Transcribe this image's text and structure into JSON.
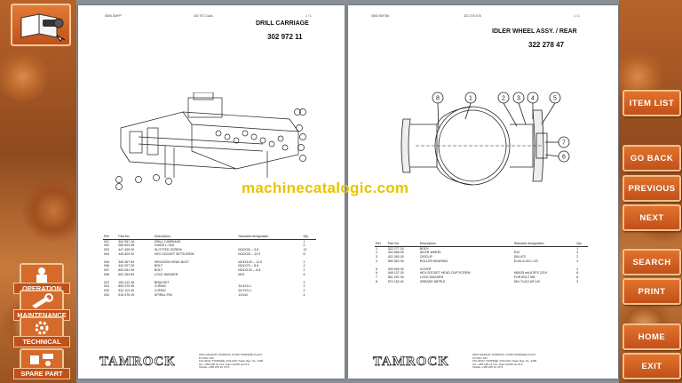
{
  "left_nav": {
    "top_icon": "book-key-icon",
    "buttons": [
      {
        "label": "OPERATION",
        "icon": "operator-icon"
      },
      {
        "label": "MAINTENANCE",
        "icon": "wrench-icon"
      },
      {
        "label": "TECHNICAL",
        "icon": "gear-icon"
      },
      {
        "label": "SPARE PART",
        "icon": "parts-icon"
      }
    ]
  },
  "right_nav": {
    "buttons": [
      "ITEM LIST",
      "GO BACK",
      "PREVIOUS",
      "NEXT",
      "SEARCH",
      "PRINT",
      "HOME",
      "EXIT"
    ]
  },
  "watermark": "machinecatalogic.com",
  "left_page": {
    "hdr_code": "0806 DMPP",
    "hdr_num": "302 972 11aA",
    "hdr_page": "1 / 1",
    "title": "DRILL CARRIAGE",
    "part_no": "302 972 11",
    "table_headers": [
      "Ref",
      "Part No.",
      "Description",
      "Standard designation",
      "Qty"
    ],
    "rows": [
      [
        "001",
        "302 957 16",
        "DRILL CARRIAGE",
        "",
        "1"
      ],
      [
        "002",
        "260 603 55",
        "GUIDE  L=302",
        "",
        "2"
      ],
      [
        "003",
        "447 409 00",
        "SLOTTED SCREW",
        "M10X30 -- 5.8",
        "12"
      ],
      [
        "004",
        "445 829 92",
        "HEX.SOCKET SETSCREW",
        "M10X25 -- 12.9",
        "6"
      ],
      [
        "005",
        "395 467 69",
        "HEXAGON HEAD BOLT",
        "M24X140 -- 12.9",
        "2"
      ],
      [
        "006",
        "442 007 30",
        "BOLT",
        "M24X70 -- 8.8",
        "2"
      ],
      [
        "007",
        "600 051 99",
        "BOLT",
        "M24X120 -- 8.8",
        "2"
      ],
      [
        "008",
        "551 264 69",
        "LOCK WASHER",
        "M24",
        "6"
      ],
      [
        "022",
        "150 412 46",
        "BRACKET",
        "",
        "2"
      ],
      [
        "024",
        "600 070 95",
        "O-RING",
        "34.5X3-1",
        "2"
      ],
      [
        "025",
        "322 113 40",
        "O-RING",
        "29.2X3-1",
        "2"
      ],
      [
        "032",
        "515 475 29",
        "SPIRAL PIN",
        "12X40",
        "4"
      ]
    ],
    "brand": "TAMROCK",
    "address": [
      "2000 SANDVIK TAMROCK CORP TAMPERE PLANT",
      "P.O.Box 100",
      "FIN-33311 TAMPERE, FINLAND  Trade Reg. No. 4466",
      "Tel. +358 205 44 121, Telex 22230 tamrk fi",
      "Telefax +358 205 44 4771"
    ]
  },
  "right_page": {
    "hdr_code": "0800 DMTAK",
    "hdr_num": "322 278 47A",
    "hdr_page": "1 / 1",
    "title": "IDLER WHEEL ASSY. / REAR",
    "part_no": "322 278 47",
    "table_headers": [
      "Ref",
      "Part No.",
      "Description",
      "Standard designation",
      "Qty"
    ],
    "rows": [
      [
        "1",
        "322 277 16",
        "BODY",
        "",
        "1"
      ],
      [
        "2",
        "330 568 95",
        "IDLER WHEEL",
        "D12",
        "2"
      ],
      [
        "3",
        "422 282 00",
        "CIRCLIP",
        "DIN 472",
        "2"
      ],
      [
        "4",
        "550 562 34",
        "ROLLER BEARING",
        "D=62,d=30 L=20",
        "4"
      ],
      [
        "5",
        "209 494 05",
        "COVER",
        "",
        "2"
      ],
      [
        "6",
        "446 137 00",
        "HEX.SOCKET HEAD CAP SCREW",
        "M8X25 mit.8 SFS 2219",
        "8"
      ],
      [
        "7",
        "551 291 09",
        "LOCK WASHER",
        "FOR BOLT M8",
        "8"
      ],
      [
        "8",
        "572 152 40",
        "GREASE NIPPLE",
        "DIN 71412 AR 1/8",
        "3"
      ]
    ],
    "brand": "TAMROCK",
    "address": [
      "2000 SANDVIK TAMROCK CORP TAMPERE PLANT",
      "P.O.Box 100",
      "FIN-33311 TAMPERE, FINLAND  Trade Reg. No. 4466",
      "Tel. +358 205 44 121, Telex 22230 tamrk fi",
      "Telefax +358 205 44 4771"
    ]
  }
}
